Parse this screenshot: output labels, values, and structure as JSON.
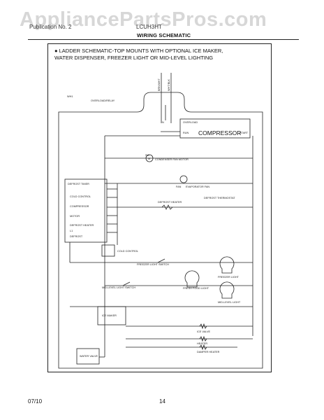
{
  "watermark": "AppliancePartsPros.com",
  "header": {
    "left": "Publication No. 2",
    "right": "LCUH3HT",
    "subtitle": "WIRING SCHEMATIC"
  },
  "diagram_title": {
    "line1": "LADDER SCHEMATIC-TOP MOUNTS WITH OPTIONAL ICE MAKER,",
    "line2": "WATER DISPENSER, FREEZER LIGHT OR MID-LEVEL LIGHTING"
  },
  "labels": {
    "power_l1": "BRN/WHT",
    "power_n": "WHT/BLK",
    "neutral_tag": "N",
    "wiring_ref": "WH1",
    "wiring_ref2": "OVERLOAD/RELAY",
    "compressor": "COMPRESSOR",
    "comp_top": "OVERLOAD",
    "comp_run": "RUN",
    "comp_start": "START",
    "condenser_fan": "CONDENSER FAN MOTOR",
    "evap_fan": "EVAPORATOR FAN",
    "defrost_heater": "DEFROST HEATER",
    "defrost_thermostat": "DEFROST THERMOSTAT",
    "fan_label": "FAN",
    "timer_title": "DEFROST TIMER",
    "timer_items": [
      "COLD CONTROL",
      "COMPRESSOR",
      "MOTOR",
      "DEFROST HEATER",
      "L1",
      "DEFROST"
    ],
    "cold_control": "COLD CONTROL",
    "freezer_light_switch": "FREEZER LIGHT SWITCH",
    "freezer_light": "FREEZER LIGHT",
    "mid_level_switch": "MID-LEVEL LIGHT SWITCH",
    "fresh_food_light": "FRESH FOOD LIGHT",
    "mid_light": "MID-LEVEL LIGHT",
    "ice_maker": "ICE MAKER",
    "water_valve": "WATER VALVE",
    "ice_valve": "ICE VALVE",
    "damper_heater": "DAMPER HEATER",
    "heater_label": "HEATER",
    "switch_sym": "SW",
    "fan_sym": "M"
  },
  "footer": {
    "date": "07/10",
    "page": "14"
  }
}
